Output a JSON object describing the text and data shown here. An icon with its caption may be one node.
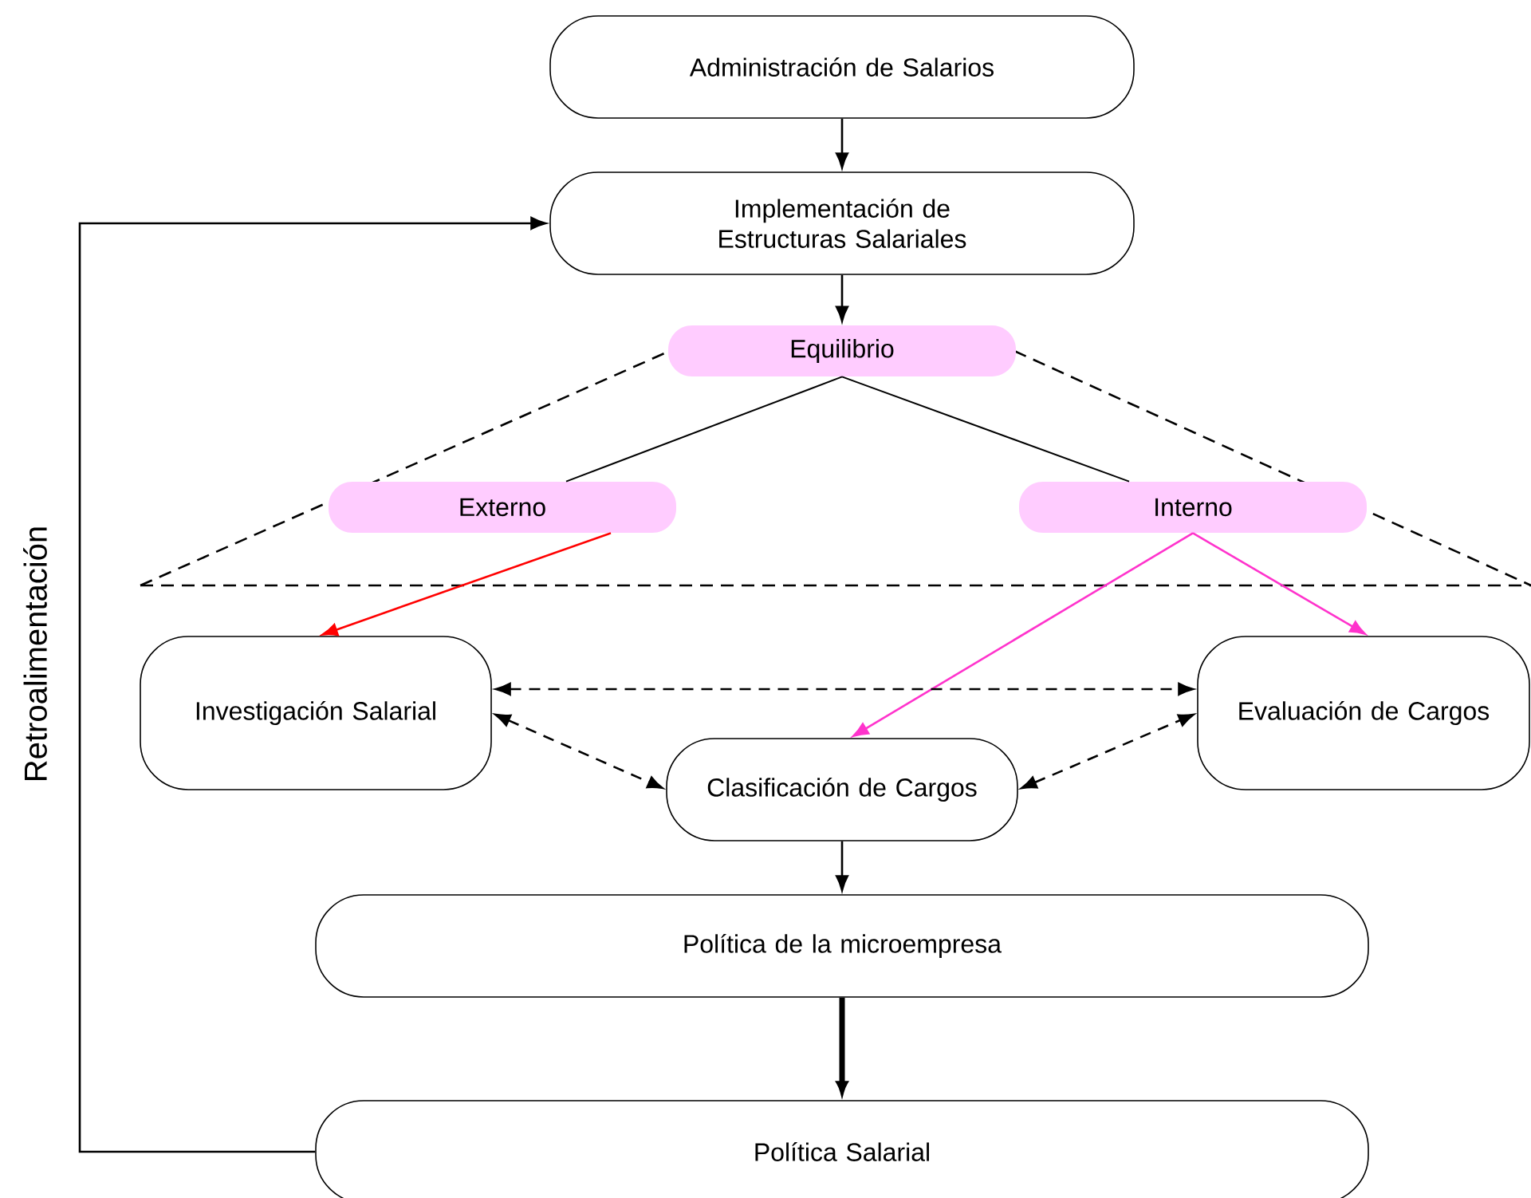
{
  "diagram": {
    "nodes": [
      {
        "text": [
          "Administración de Salarios"
        ]
      },
      {
        "text": [
          "Implementación de Estructuras Salariales"
        ]
      },
      {
        "text": [
          "Equilibrio"
        ]
      },
      {
        "text": [
          "Externo"
        ]
      },
      {
        "text": [
          "Interno"
        ]
      },
      {
        "text": [
          "Investigación Salarial"
        ]
      },
      {
        "text": [
          "Evaluación de Cargos"
        ]
      },
      {
        "text": [
          "Clasificación de Cargos"
        ]
      },
      {
        "text": [
          "Política de la microempresa"
        ]
      },
      {
        "text": [
          "Política Salarial"
        ]
      }
    ],
    "edges": [
      {
        "from": 0,
        "to": 1,
        "arrow": "to"
      },
      {
        "from": 1,
        "to": 2,
        "arrow": "to"
      },
      {
        "from": 2,
        "to": 3,
        "arrow": "none"
      },
      {
        "from": 2,
        "to": 4,
        "arrow": "none"
      },
      {
        "from": 3,
        "to": 5,
        "arrow": "to",
        "color": "#ff0000"
      },
      {
        "from": 4,
        "to": 7,
        "arrow": "to",
        "color": "#ff33cc"
      },
      {
        "from": 4,
        "to": 6,
        "arrow": "to",
        "color": "#ff33cc"
      },
      {
        "from": 5,
        "to": 6,
        "arrow": "both",
        "style": "dashed"
      },
      {
        "from": 5,
        "to": 7,
        "arrow": "both",
        "style": "dashed"
      },
      {
        "from": 7,
        "to": 6,
        "arrow": "both",
        "style": "dashed"
      },
      {
        "from": 7,
        "to": 8,
        "arrow": "to"
      },
      {
        "from": 8,
        "to": 9,
        "arrow": "to",
        "style": "thick"
      },
      {
        "from": 9,
        "to": 1,
        "arrow": "to",
        "label": "Retroalimentación"
      }
    ]
  }
}
